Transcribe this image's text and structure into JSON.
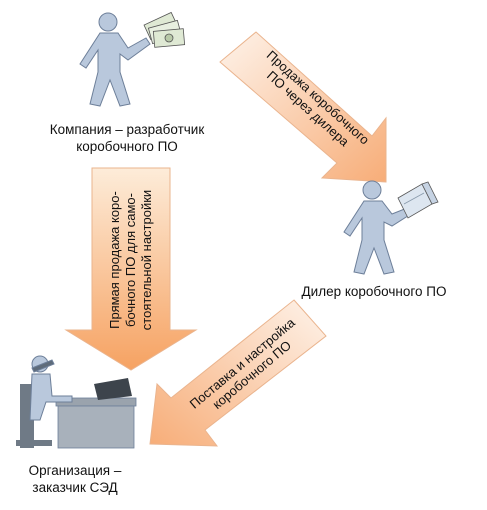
{
  "nodes": {
    "developer": {
      "line1": "Компания – разработчик",
      "line2": "коробочного ПО"
    },
    "dealer": {
      "line1": "Дилер коробочного ПО"
    },
    "customer": {
      "line1": "Организация –",
      "line2": "заказчик СЭД"
    }
  },
  "arrows": {
    "developer_to_dealer": {
      "line1": "Продажа коробочного",
      "line2": "ПО через дилера"
    },
    "dealer_to_customer": {
      "line1": "Поставка и настройка",
      "line2": "коробочного ПО"
    },
    "developer_to_customer": {
      "line1": "Прямая продажа коро-",
      "line2": "бочного ПО для само-",
      "line3": "стоятельной настройки"
    }
  },
  "colors": {
    "arrow_fill_start": "#fde0c8",
    "arrow_fill_end": "#f7a46a",
    "arrow_stroke": "#e8a77a",
    "figure": "#b9c8dc",
    "figure_stroke": "#6d7f99",
    "desk": "#9aa3ad",
    "money": "#dfe9d4"
  }
}
